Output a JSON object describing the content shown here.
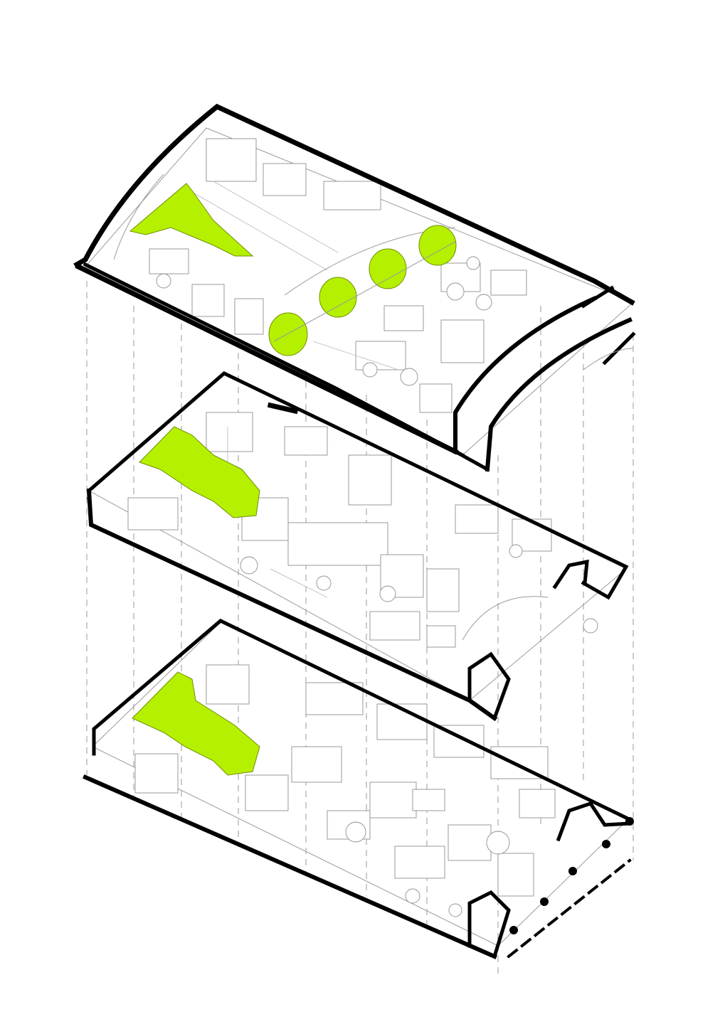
{
  "drawing": {
    "type": "exploded axonometric floor plan",
    "floors_shown": 3,
    "highlight_color": "#b5f000",
    "line_color": "#000000",
    "secondary_line_color": "#9a9a9a",
    "background": "#ffffff"
  },
  "floors": [
    {
      "id": "upper",
      "roof": "barrel vault",
      "highlights": [
        "stair-landing",
        "round-pods"
      ]
    },
    {
      "id": "middle",
      "highlights": [
        "stair"
      ]
    },
    {
      "id": "lower",
      "highlights": [
        "stair"
      ]
    }
  ]
}
